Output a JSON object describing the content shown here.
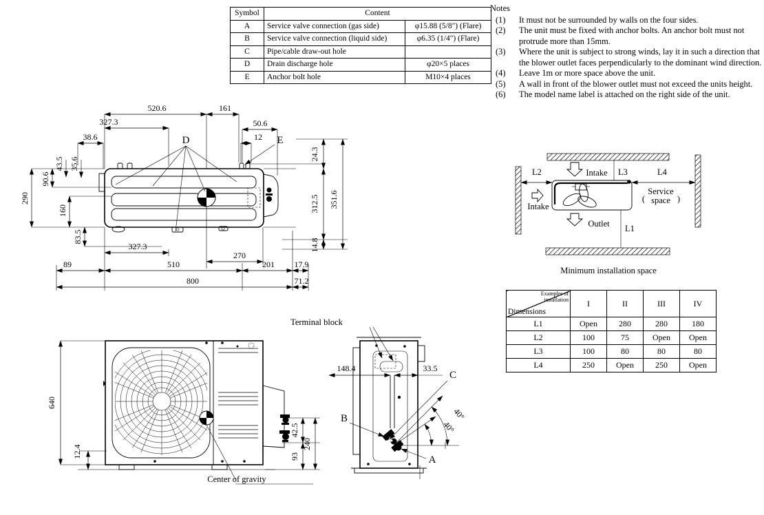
{
  "colors": {
    "line": "#000000",
    "background": "#ffffff"
  },
  "symbol_table": {
    "header": {
      "symbol": "Symbol",
      "content": "Content"
    },
    "rows": [
      {
        "symbol": "A",
        "content": "Service valve connection  (gas side)",
        "spec": "φ15.88 (5/8\")  (Flare)"
      },
      {
        "symbol": "B",
        "content": "Service valve connection  (liquid side)",
        "spec": "φ6.35 (1/4\")  (Flare)"
      },
      {
        "symbol": "C",
        "content": "Pipe/cable draw-out hole",
        "spec": ""
      },
      {
        "symbol": "D",
        "content": "Drain discharge hole",
        "spec": "φ20×5 places"
      },
      {
        "symbol": "E",
        "content": "Anchor bolt hole",
        "spec": "M10×4 places"
      }
    ]
  },
  "notes": {
    "title": "Notes",
    "items": [
      {
        "num": "(1)",
        "text": "It must not be surrounded by walls on the four sides."
      },
      {
        "num": "(2)",
        "text": "The unit must be fixed with anchor bolts. An anchor bolt must not protrude more than 15mm."
      },
      {
        "num": "(3)",
        "text": "Where the unit is subject to strong winds, lay it in such a direction that the blower outlet faces perpendicularly to the dominant wind direction."
      },
      {
        "num": "(4)",
        "text": "Leave 1m or more space above the unit."
      },
      {
        "num": "(5)",
        "text": "A wall in front of the blower outlet must not exceed the units height."
      },
      {
        "num": "(6)",
        "text": "The model name label is attached on the right side of the unit."
      }
    ]
  },
  "top_view": {
    "labels": {
      "d": "D",
      "e": "E"
    },
    "dims": {
      "d520_6": "520.6",
      "d161": "161",
      "d327_3_top": "327.3",
      "d38_6": "38.6",
      "d50_6": "50.6",
      "d12": "12",
      "d290": "290",
      "d90_6": "90.6",
      "d43_5": "43.5",
      "d35_6": "35.6",
      "d160": "160",
      "d83_5": "83.5",
      "d24_3": "24.3",
      "d312_5": "312.5",
      "d351_6": "351.6",
      "d14_8": "14.8",
      "d327_3_bottom": "327.3",
      "d270": "270",
      "d89": "89",
      "d510": "510",
      "d201": "201",
      "d17_9": "17.9",
      "d800": "800",
      "d71_2": "71.2"
    }
  },
  "install_space": {
    "caption": "Minimum installation space",
    "intake_top": "Intake",
    "intake_left": "Intake",
    "outlet": "Outlet",
    "l1": "L1",
    "l2": "L2",
    "l3": "L3",
    "l4": "L4",
    "paren_open": "(",
    "paren_close": ")",
    "service_line1": "Service",
    "service_line2": "space"
  },
  "install_table": {
    "corner_top": "Examples of installation",
    "corner_bottom": "Dimensions",
    "columns": [
      "I",
      "II",
      "III",
      "IV"
    ],
    "rows": [
      {
        "label": "L1",
        "values": [
          "Open",
          "280",
          "280",
          "180"
        ]
      },
      {
        "label": "L2",
        "values": [
          "100",
          "75",
          "Open",
          "Open"
        ]
      },
      {
        "label": "L3",
        "values": [
          "100",
          "80",
          "80",
          "80"
        ]
      },
      {
        "label": "L4",
        "values": [
          "250",
          "Open",
          "250",
          "Open"
        ]
      }
    ]
  },
  "front_view": {
    "cg_label": "Center of gravity",
    "dims": {
      "d640": "640",
      "d12_4": "12.4",
      "d42_5": "42.5",
      "d240": "240",
      "d93": "93"
    }
  },
  "side_view": {
    "terminal_block": "Terminal block",
    "labels": {
      "a": "A",
      "b": "B",
      "c": "C"
    },
    "dims": {
      "d148_4": "148.4",
      "d33_5": "33.5",
      "angle_upper": "40°",
      "angle_lower": "40°"
    }
  }
}
